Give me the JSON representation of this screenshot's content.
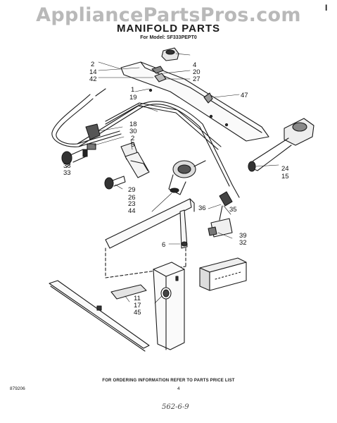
{
  "header": {
    "watermark": "AppliancePartsPros.com",
    "title": "MANIFOLD PARTS",
    "model": "For Model: SF333PEPT0",
    "corner_mark": "I"
  },
  "callouts": {
    "c2a": "2",
    "c14": "14",
    "c42": "42",
    "c1": "1",
    "c19": "19",
    "c18": "18",
    "c30": "30",
    "c2b": "2",
    "c5": "5",
    "c38": "38",
    "c33": "33",
    "c29": "29",
    "c26": "26",
    "c23": "23",
    "c44": "44",
    "c6": "6",
    "c4": "4",
    "c20": "20",
    "c27": "27",
    "c47": "47",
    "c24": "24",
    "c15": "15",
    "c36": "36",
    "c35": "35",
    "c39": "39",
    "c32": "32",
    "c11": "11",
    "c17": "17",
    "c45": "45"
  },
  "footer": {
    "ordering_note": "FOR ORDERING INFORMATION REFER TO PARTS PRICE LIST",
    "code": "879206",
    "page": "4",
    "handwritten": "562-6-9"
  }
}
